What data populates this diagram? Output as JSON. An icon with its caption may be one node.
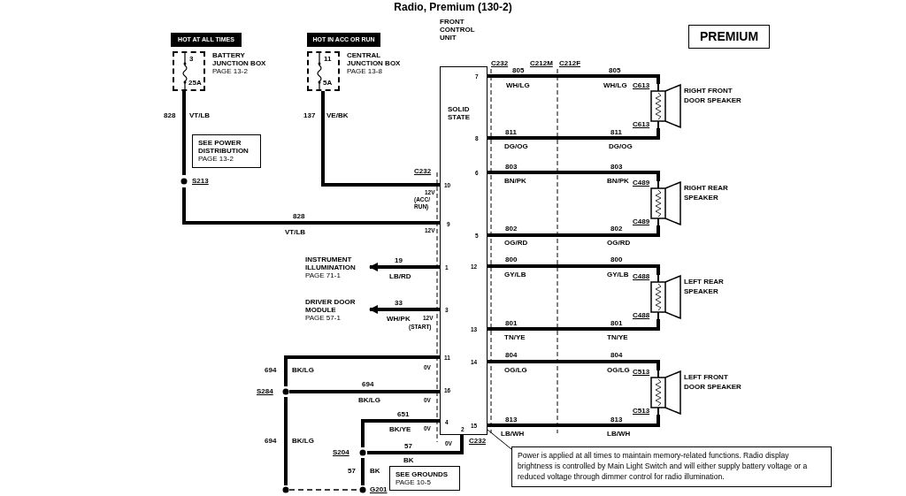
{
  "diagram": {
    "title": "Radio, Premium (130-2)",
    "nodes": [
      {
        "text": [
          "HOT AT ALL TIMES"
        ]
      },
      {
        "text": [
          "3",
          "25A"
        ],
        "beside": [
          "BATTERY JUNCTION BOX",
          "PAGE 13-2"
        ]
      },
      {
        "text": [
          "HOT IN ACC OR RUN"
        ]
      },
      {
        "text": [
          "11",
          "5A"
        ],
        "beside": [
          "CENTRAL JUNCTION BOX",
          "PAGE 13-8"
        ]
      },
      {
        "text": [
          "SEE POWER DISTRIBUTION",
          "PAGE 13-2"
        ]
      },
      {
        "text": [
          "S213"
        ]
      },
      {
        "text": [
          "FRONT CONTROL UNIT",
          "SOLID STATE"
        ]
      },
      {
        "text": [
          "INSTRUMENT ILLUMINATION",
          "PAGE 71-1"
        ]
      },
      {
        "text": [
          "DRIVER DOOR MODULE",
          "PAGE 57-1"
        ]
      },
      {
        "text": [
          "S284"
        ]
      },
      {
        "text": [
          "S204"
        ]
      },
      {
        "text": [],
        "shape": "circle"
      },
      {
        "text": [
          "G201"
        ]
      },
      {
        "text": [
          "SEE GROUNDS",
          "PAGE 10-5"
        ]
      },
      {
        "text": [
          "RIGHT FRONT DOOR SPEAKER"
        ],
        "beside": [
          "C613",
          "C613"
        ]
      },
      {
        "text": [
          "RIGHT REAR SPEAKER"
        ],
        "beside": [
          "C489",
          "C489"
        ]
      },
      {
        "text": [
          "LEFT REAR SPEAKER"
        ],
        "beside": [
          "C488",
          "C488"
        ]
      },
      {
        "text": [
          "LEFT FRONT DOOR SPEAKER"
        ],
        "beside": [
          "C513",
          "C513"
        ]
      },
      {
        "text": [
          "PREMIUM"
        ]
      },
      {
        "text": [
          "Power is applied at all times to maintain memory-related functions.  Radio display brightness is controlled by Main Light Switch and will either supply battery voltage or a reduced voltage through dimmer control for radio illumination."
        ]
      }
    ],
    "edges": [
      {
        "from": 1,
        "to": 5,
        "arrow": "none",
        "label": "828"
      },
      {
        "from": 5,
        "to": 6,
        "arrow": "none",
        "label": "828"
      },
      {
        "from": 3,
        "to": 6,
        "arrow": "none",
        "label": "137"
      },
      {
        "from": 6,
        "to": 7,
        "arrow": "to",
        "label": "19"
      },
      {
        "from": 6,
        "to": 8,
        "arrow": "to",
        "label": "33"
      },
      {
        "from": 6,
        "to": 9,
        "arrow": "none",
        "label": "694"
      },
      {
        "from": 9,
        "to": 6,
        "arrow": "none",
        "label": "694"
      },
      {
        "from": 9,
        "to": 11,
        "arrow": "none",
        "label": "694"
      },
      {
        "from": 11,
        "to": 12,
        "arrow": "none",
        "style": "dashed"
      },
      {
        "from": 6,
        "to": 10,
        "arrow": "none",
        "label": "651"
      },
      {
        "from": 10,
        "to": 6,
        "arrow": "none",
        "label": "57"
      },
      {
        "from": 10,
        "to": 12,
        "arrow": "none",
        "label": "57"
      },
      {
        "from": 6,
        "to": 14,
        "arrow": "none",
        "label": "805"
      },
      {
        "from": 6,
        "to": 14,
        "arrow": "none",
        "label": "811"
      },
      {
        "from": 6,
        "to": 15,
        "arrow": "none",
        "label": "803"
      },
      {
        "from": 6,
        "to": 15,
        "arrow": "none",
        "label": "802"
      },
      {
        "from": 6,
        "to": 16,
        "arrow": "none",
        "label": "800"
      },
      {
        "from": 6,
        "to": 16,
        "arrow": "none",
        "label": "801"
      },
      {
        "from": 6,
        "to": 17,
        "arrow": "none",
        "label": "804"
      },
      {
        "from": 6,
        "to": 17,
        "arrow": "none",
        "label": "813"
      },
      {
        "from": 19,
        "to": 6,
        "arrow": "none"
      }
    ],
    "labels": [
      "C232",
      "C212M",
      "C212F",
      "7",
      "WH/LG",
      "805",
      "WH/LG",
      "VT/LB",
      "VE/BK",
      "811",
      "8",
      "DG/OG",
      "DG/OG",
      "803",
      "C232",
      "6",
      "BN/PK",
      "BN/PK",
      "12V",
      "10",
      "(ACC/ RUN)",
      "9",
      "802",
      "VT/LB",
      "12V",
      "5",
      "OG/RD",
      "OG/RD",
      "800",
      "LB/RD",
      "1",
      "12",
      "GY/LB",
      "GY/LB",
      "3",
      "WH/PK",
      "12V",
      "(START)",
      "801",
      "13",
      "TN/YE",
      "TN/YE",
      "804",
      "11",
      "14",
      "BK/LG",
      "0V",
      "OG/LG",
      "OG/LG",
      "16",
      "BK/LG",
      "0V",
      "813",
      "4",
      "2",
      "15",
      "BK/YE",
      "0V",
      "LB/WH",
      "LB/WH",
      "BK/LG",
      "0V",
      "C232",
      "BK",
      "BK"
    ]
  }
}
